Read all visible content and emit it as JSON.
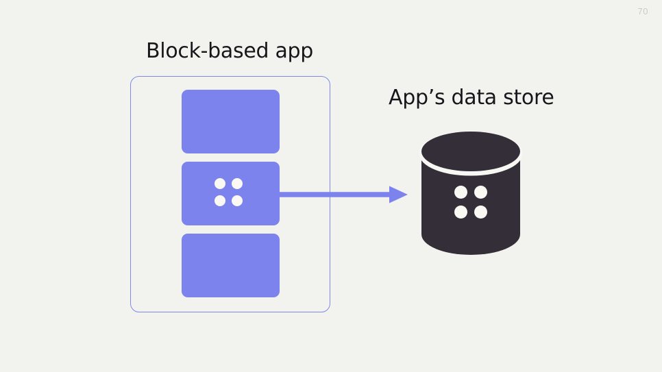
{
  "slide": {
    "page_number": "70",
    "background_color": "#F2F3EF",
    "accent_color": "#7C83EC",
    "border_color": "#8288E4",
    "dark_color": "#332E38",
    "text_color": "#17161A",
    "page_number_color": "#C9CBC5"
  },
  "app": {
    "title": "Block-based app",
    "container_name": "block-based-app-container",
    "blocks": [
      {
        "label": "",
        "has_dots": false
      },
      {
        "label": "",
        "has_dots": true
      },
      {
        "label": "",
        "has_dots": false
      }
    ],
    "block_dot_count": 4
  },
  "store": {
    "title": "App’s data store",
    "shape": "cylinder",
    "dot_count": 4
  },
  "arrow": {
    "direction": "right",
    "from": "block-based-app-data-block",
    "to": "app-data-store-cylinder",
    "color": "#7C83EC"
  },
  "icons": {
    "dots_icon": "four-dots-icon",
    "database_icon": "database-cylinder-icon",
    "arrow_icon": "arrow-right-icon"
  }
}
